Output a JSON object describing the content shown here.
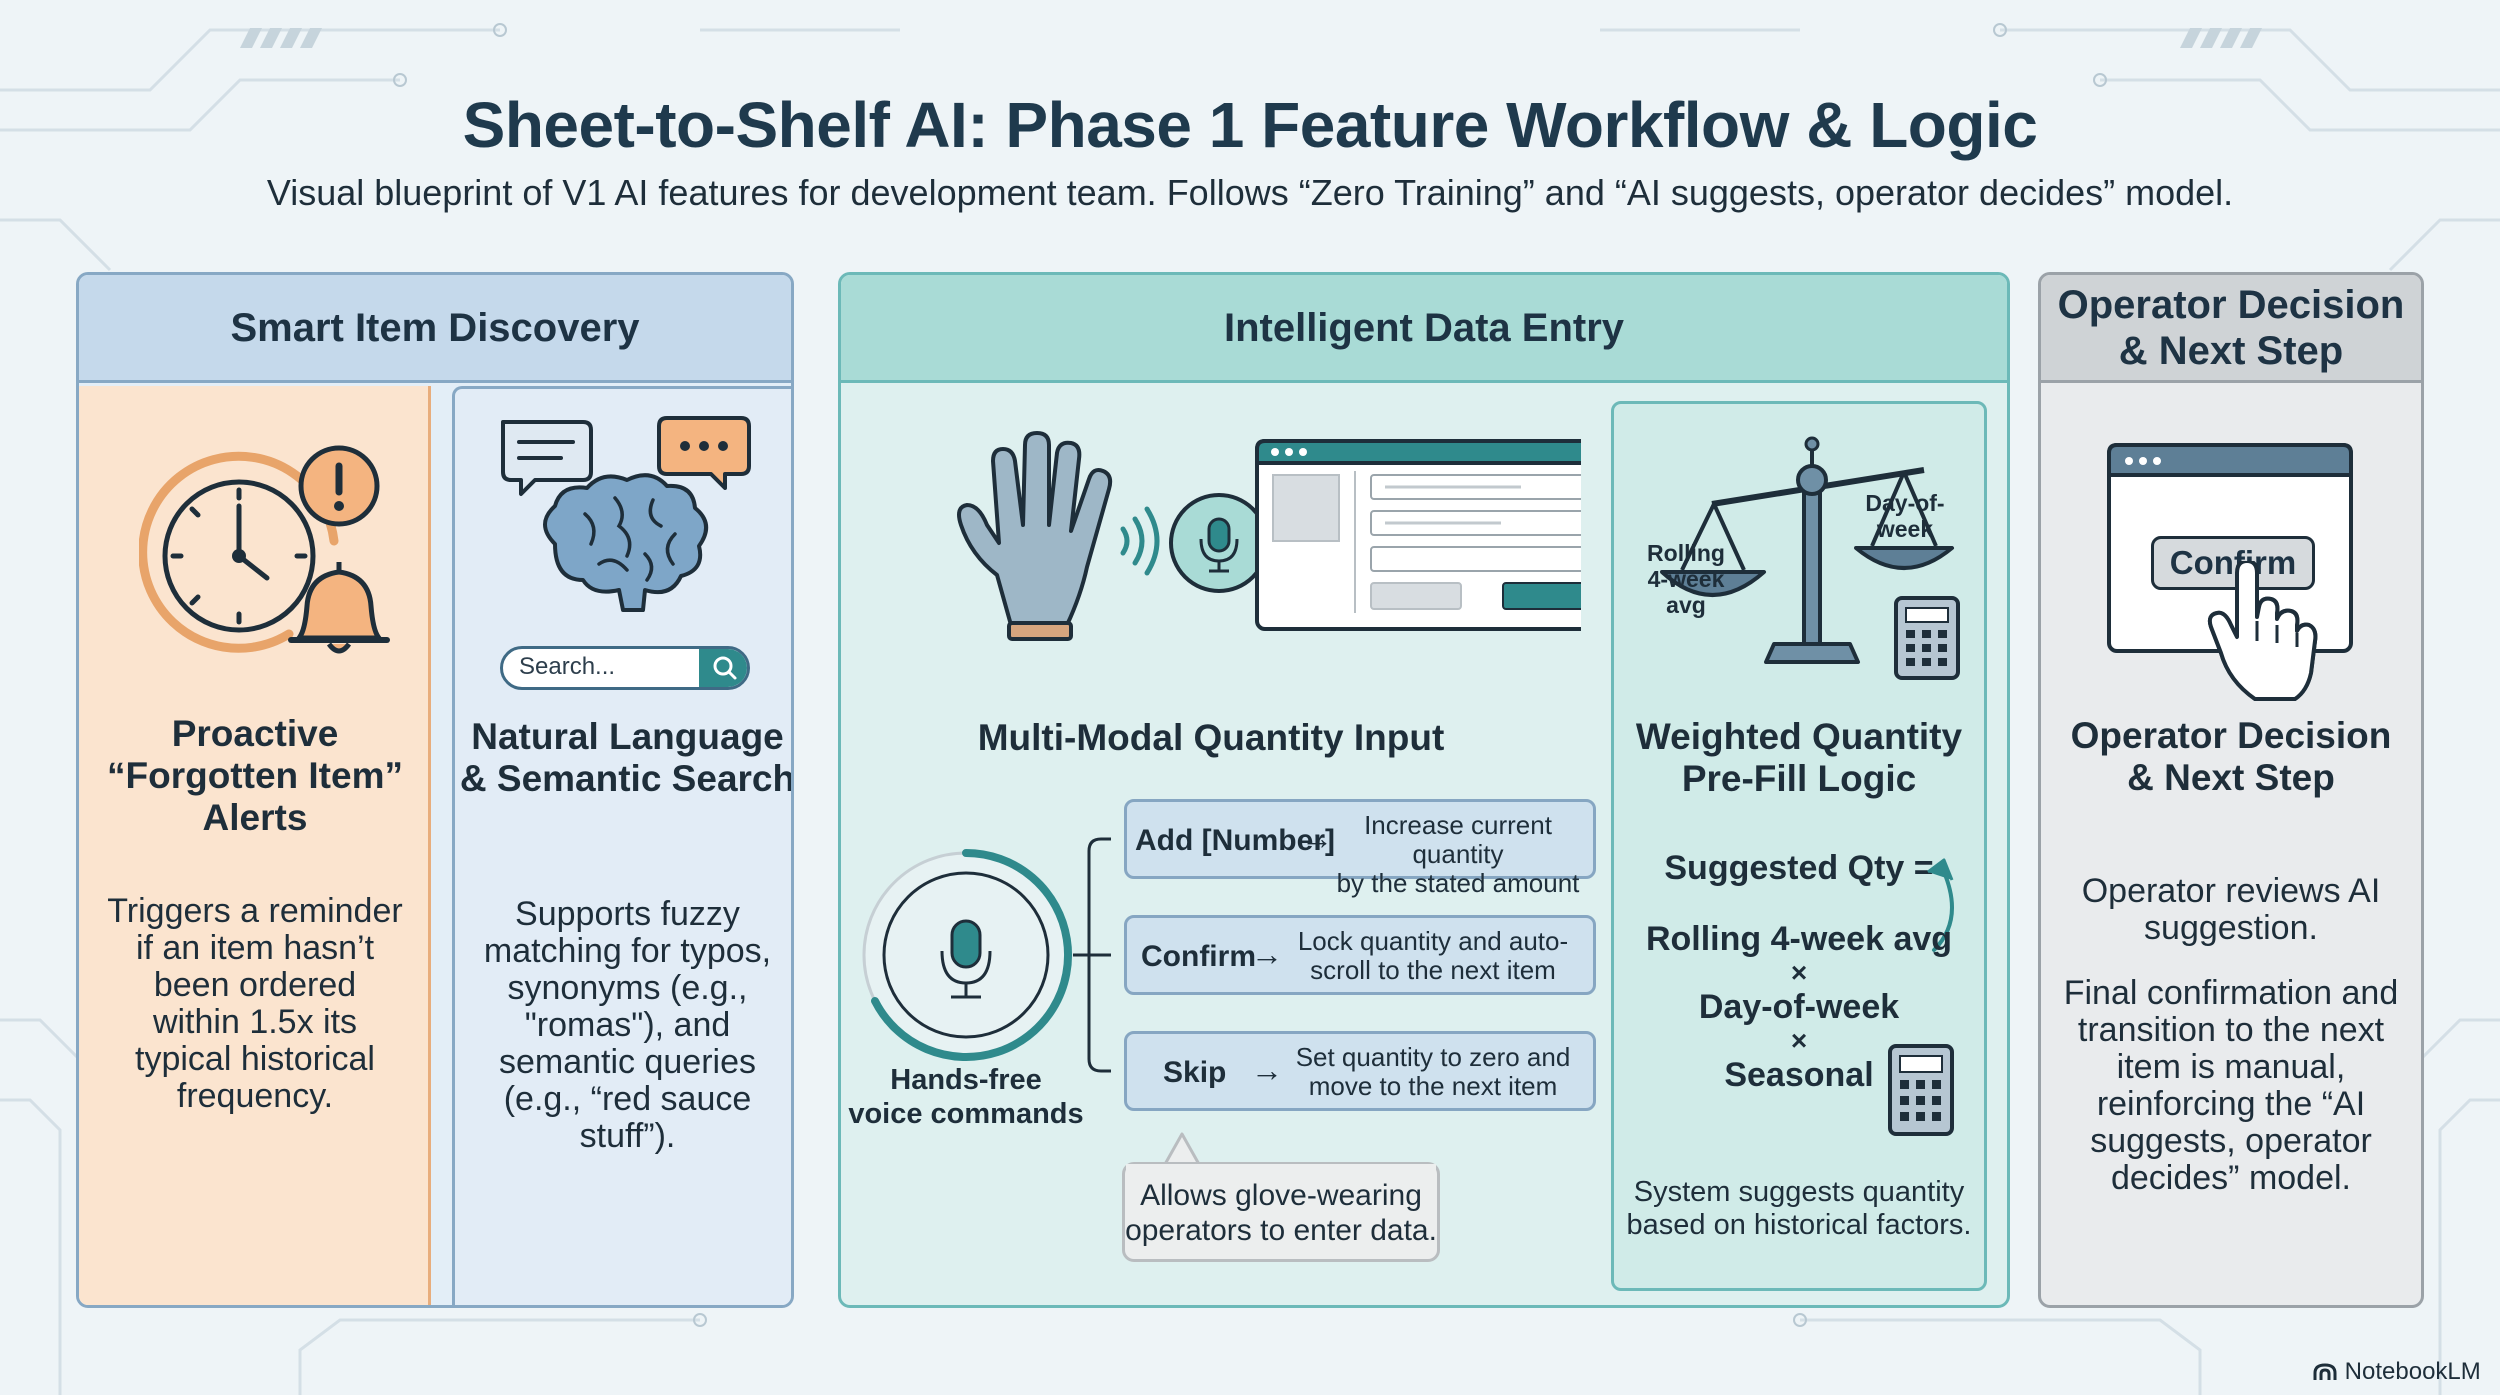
{
  "title": "Sheet-to-Shelf AI: Phase 1 Feature Workflow & Logic",
  "subtitle": "Visual blueprint of V1 AI features for development team. Follows “Zero Training” and “AI suggests, operator decides” model.",
  "sections": {
    "discovery": {
      "header": "Smart Item Discovery",
      "alerts": {
        "heading": [
          "Proactive",
          "“Forgotten Item”",
          "Alerts"
        ],
        "body": [
          "Triggers a reminder",
          "if an item hasn’t",
          "been ordered",
          "within 1.5x its",
          "typical historical",
          "frequency."
        ]
      },
      "search": {
        "placeholder": "Search...",
        "heading": [
          "Natural Language",
          "& Semantic Search"
        ],
        "body": [
          "Supports fuzzy",
          "matching for typos,",
          "synonyms (e.g.,",
          "\"romas\"), and",
          "semantic queries",
          "(e.g., “red sauce",
          "stuff”)."
        ]
      }
    },
    "entry": {
      "header": "Intelligent Data Entry",
      "input": {
        "heading": "Multi-Modal Quantity Input",
        "voice_label": [
          "Hands-free",
          "voice commands"
        ],
        "commands": [
          {
            "key": "Add [Number]",
            "desc": [
              "Increase current quantity",
              "by the stated amount"
            ]
          },
          {
            "key": "Confirm",
            "desc": [
              "Lock quantity and auto-",
              "scroll to the next item"
            ]
          },
          {
            "key": "Skip",
            "desc": [
              "Set quantity to zero and",
              "move to the next item"
            ]
          }
        ],
        "arrow": "→",
        "callout": [
          "Allows glove-wearing",
          "operators to enter data."
        ]
      },
      "prefill": {
        "scale_left": [
          "Rolling",
          "4-week avg"
        ],
        "scale_right": [
          "Day-of-",
          "week"
        ],
        "heading": [
          "Weighted Quantity",
          "Pre-Fill Logic"
        ],
        "formula": {
          "label": "Suggested Qty =",
          "terms": [
            "Rolling 4-week avg",
            "Day-of-week",
            "Seasonal"
          ],
          "operator": "×"
        },
        "body": [
          "System suggests quantity",
          "based on historical factors."
        ]
      }
    },
    "decision": {
      "header": [
        "Operator Decision",
        "& Next Step"
      ],
      "button": "Confirm",
      "heading": [
        "Operator Decision",
        "& Next Step"
      ],
      "body1": [
        "Operator reviews AI",
        "suggestion."
      ],
      "body2": [
        "Final confirmation and",
        "transition to the next",
        "item is manual,",
        "reinforcing the “AI",
        "suggests, operator",
        "decides” model."
      ]
    }
  },
  "brand": "NotebookLM",
  "colors": {
    "orange_bg": "#fbe4cf",
    "orange_line": "#e8a46a",
    "blue_header": "#c5d9eb",
    "teal_header": "#a9dbd6",
    "gray_header": "#cfd3d6",
    "teal_accent": "#2f8a8c",
    "slate_icon": "#4e6e85"
  }
}
